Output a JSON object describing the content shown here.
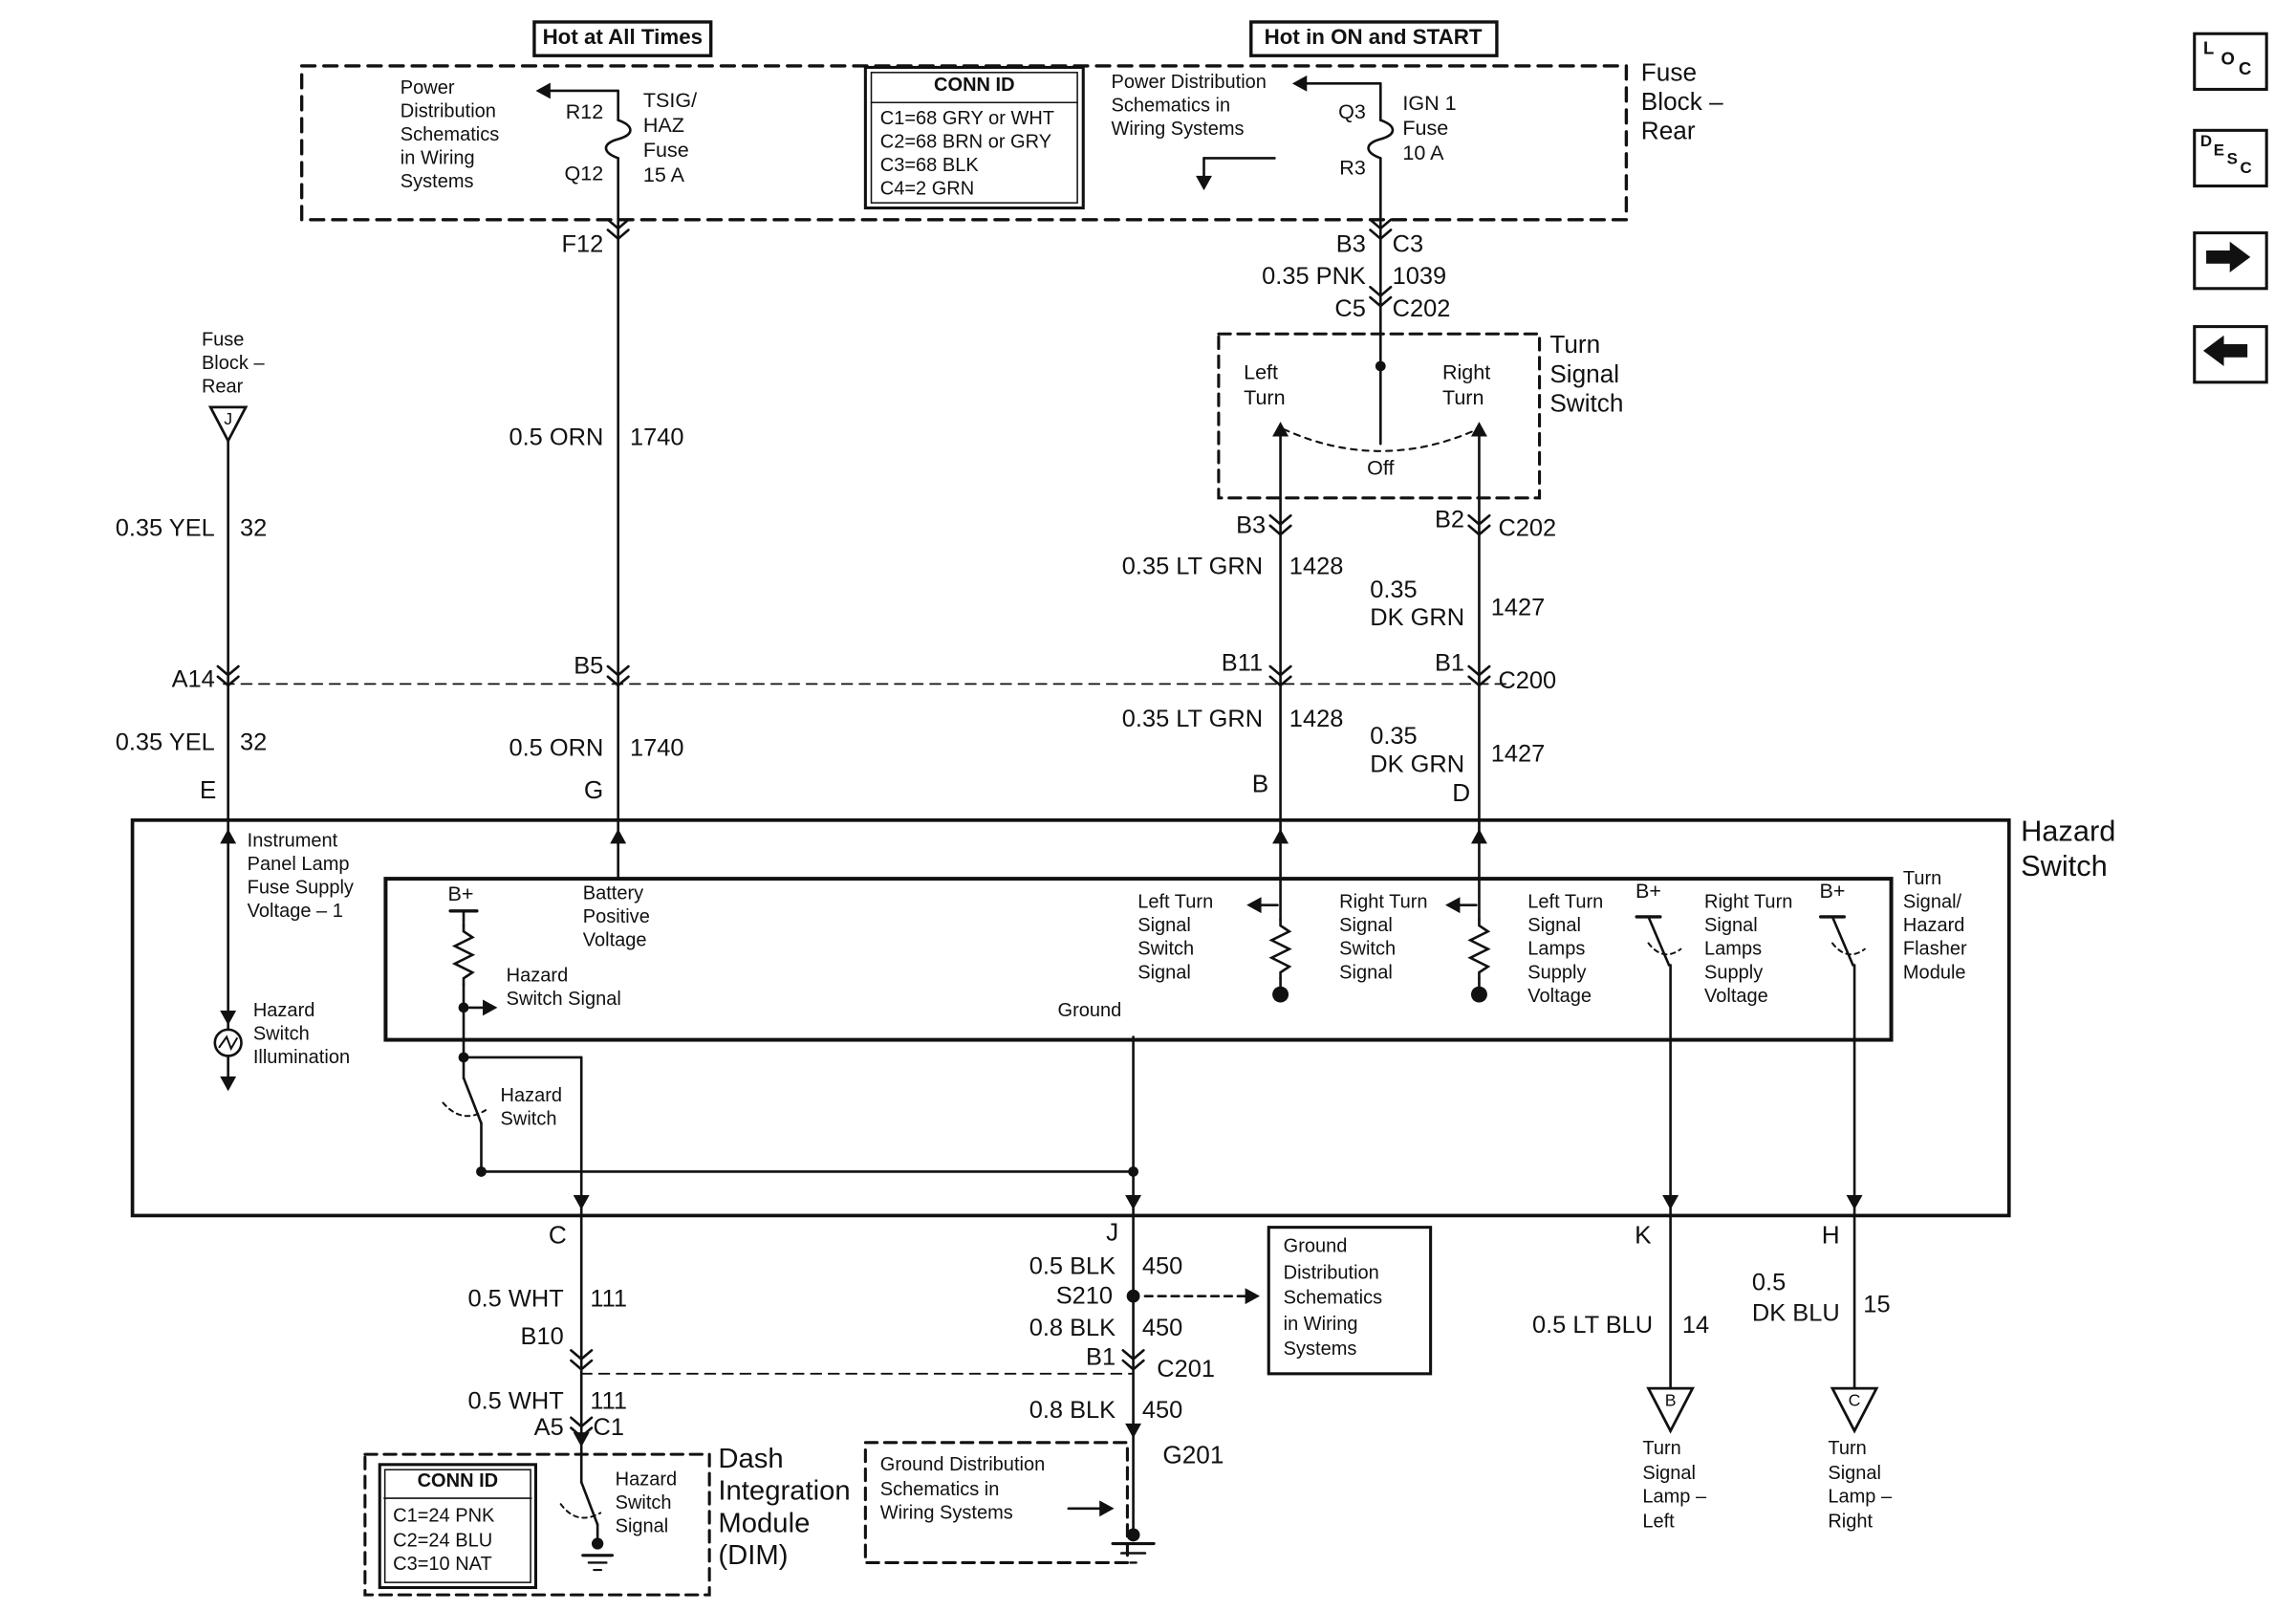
{
  "colors": {
    "ink": "#111111",
    "paper": "#ffffff"
  },
  "nav": {
    "loc": [
      "L",
      "O",
      "C"
    ],
    "desc": [
      "D",
      "E",
      "S",
      "C"
    ]
  },
  "banners": {
    "hot1": "Hot at All Times",
    "hot2": "Hot in ON and START"
  },
  "fuse_block": {
    "title": "Fuse\nBlock –\nRear",
    "left_note": "Power\nDistribution\nSchematics\nin Wiring\nSystems",
    "fuse1": {
      "top": "R12",
      "name": "TSIG/\nHAZ\nFuse\n15 A",
      "bottom": "Q12"
    },
    "conn_id": {
      "title": "CONN ID",
      "rows": "C1=68 GRY or WHT\nC2=68 BRN or GRY\nC3=68 BLK\nC4=2 GRN"
    },
    "right_note": "Power Distribution\nSchematics in\nWiring Systems",
    "fuse2": {
      "top": "Q3",
      "name": "IGN 1\nFuse\n10 A",
      "bottom": "R3"
    }
  },
  "orn_wire": {
    "pin_top": "F12",
    "label1": "0.5 ORN",
    "num1": "1740",
    "pin_mid": "B5",
    "label2": "0.5 ORN",
    "num2": "1740",
    "terminal": "G"
  },
  "pnk_wire": {
    "pin_top": "B3",
    "conn_top": "C3",
    "label": "0.35 PNK",
    "num": "1039",
    "pin_bot": "C5",
    "conn_bot": "C202"
  },
  "yel_wire": {
    "source": "Fuse\nBlock –\nRear",
    "source_letter": "J",
    "label1": "0.35 YEL",
    "num1": "32",
    "pin": "A14",
    "label2": "0.35 YEL",
    "num2": "32",
    "terminal": "E"
  },
  "turn_signal_switch": {
    "title": "Turn\nSignal\nSwitch",
    "left": "Left\nTurn",
    "right": "Right\nTurn",
    "off": "Off"
  },
  "ltgrn_wire": {
    "pin_top": "B3",
    "label1": "0.35 LT GRN",
    "num1": "1428",
    "pin_mid": "B11",
    "label2": "0.35 LT GRN",
    "num2": "1428",
    "terminal": "B"
  },
  "dkgrn_wire": {
    "pin_top": "B2",
    "conn_top": "C202",
    "label1": "0.35\nDK GRN",
    "num1": "1427",
    "pin_mid": "B1",
    "conn_mid": "C200",
    "label2": "0.35\nDK GRN",
    "num2": "1427",
    "terminal": "D"
  },
  "hazard_box": {
    "title": "Hazard\nSwitch",
    "ip_note": "Instrument\nPanel Lamp\nFuse Supply\nVoltage – 1",
    "illumination": "Hazard\nSwitch\nIllumination",
    "switch_label": "Hazard\nSwitch",
    "module": {
      "title": "Turn\nSignal/\nHazard\nFlasher\nModule",
      "bplus1": "B+",
      "hazard_signal": "Hazard\nSwitch Signal",
      "battery": "Battery\nPositive\nVoltage",
      "left_in": "Left Turn\nSignal\nSwitch\nSignal",
      "ground": "Ground",
      "right_in": "Right Turn\nSignal\nSwitch\nSignal",
      "left_out": "Left Turn\nSignal\nLamps\nSupply\nVoltage",
      "bplus2": "B+",
      "right_out": "Right Turn\nSignal\nLamps\nSupply\nVoltage",
      "bplus3": "B+"
    }
  },
  "wht_wire": {
    "terminal": "C",
    "label1": "0.5 WHT",
    "num1": "111",
    "pin": "B10",
    "label2": "0.5 WHT",
    "num2": "111",
    "pin_bot": "A5",
    "conn_bot": "C1"
  },
  "blk_wire": {
    "terminal": "J",
    "label1": "0.5 BLK",
    "num1": "450",
    "splice": "S210",
    "label2": "0.8 BLK",
    "num2": "450",
    "pin": "B1",
    "conn": "C201",
    "label3": "0.8 BLK",
    "num3": "450",
    "ground": "G201"
  },
  "ground_box1": {
    "text": "Ground\nDistribution\nSchematics\nin Wiring\nSystems"
  },
  "ground_box2": {
    "text": "Ground Distribution\nSchematics in\nWiring Systems"
  },
  "dim": {
    "title": "Dash\nIntegration\nModule\n(DIM)",
    "conn_id": {
      "title": "CONN ID",
      "rows": "C1=24 PNK\nC2=24 BLU\nC3=10 NAT"
    },
    "signal": "Hazard\nSwitch\nSignal"
  },
  "left_lamp": {
    "terminal": "K",
    "label": "0.5 LT BLU",
    "num": "14",
    "dest_letter": "B",
    "dest": "Turn\nSignal\nLamp –\nLeft"
  },
  "right_lamp": {
    "terminal": "H",
    "label": "0.5\nDK BLU",
    "num": "15",
    "dest_letter": "C",
    "dest": "Turn\nSignal\nLamp –\nRight"
  }
}
